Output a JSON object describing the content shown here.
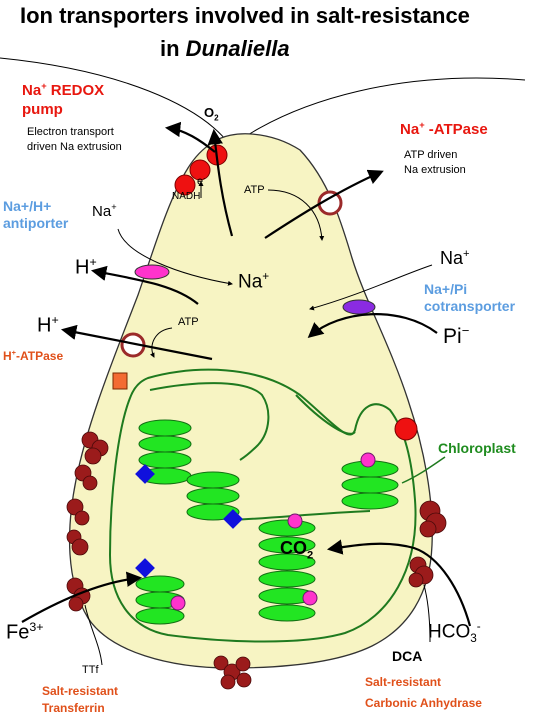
{
  "title": {
    "line1": "Ion transporters involved in salt-resistance",
    "line2_prefix": "in ",
    "line2_species": "Dunaliella"
  },
  "redox_pump": {
    "name_prefix": "Na",
    "name_sup": "+",
    "name_suffix": " REDOX",
    "name_line2": "pump",
    "desc_line1": "Electron transport",
    "desc_line2": "driven Na extrusion"
  },
  "na_atpase": {
    "name_prefix": "Na",
    "name_sup": "+",
    "name_suffix": " -ATPase",
    "desc_line1": "ATP driven",
    "desc_line2": "Na extrusion"
  },
  "antiporter": {
    "line1": "Na+/H+",
    "line2": "antiporter"
  },
  "cotransporter": {
    "line1": "Na+/Pi",
    "line2": "cotransporter"
  },
  "h_atpase": {
    "prefix": "H",
    "sup": "+",
    "suffix": "-ATPase"
  },
  "chloroplast": "Chloroplast",
  "transferrin": {
    "line1": "Salt-resistant",
    "line2": "Transferrin",
    "abbr": "TTf"
  },
  "anhydrase": {
    "line1": "Salt-resistant",
    "line2": "Carbonic Anhydrase",
    "abbr": "DCA"
  },
  "species": {
    "o2": "O",
    "o2_sub": "2",
    "nadh": "NADH",
    "electron": "e",
    "electron_sup": "-",
    "atp": "ATP",
    "na": "Na",
    "plus": "+",
    "h": "H",
    "pi": "Pi",
    "minus": "−",
    "co2": "CO",
    "co2_sub": "2",
    "fe": "Fe",
    "fe_sup": "3+",
    "hco3": "HCO",
    "hco3_sub": "3",
    "hco3_sup": "-"
  },
  "colors": {
    "cell_fill": "#f7f4c3",
    "chloroplast_green": "#1f7a1f",
    "thylakoid": "#22e522",
    "redox_red": "#ee1111",
    "pink": "#ff33cc",
    "purple": "#8a2be2",
    "blue_diamond": "#1010dd",
    "maroon": "#9b1b1b",
    "orange_box": "#f36b32"
  }
}
